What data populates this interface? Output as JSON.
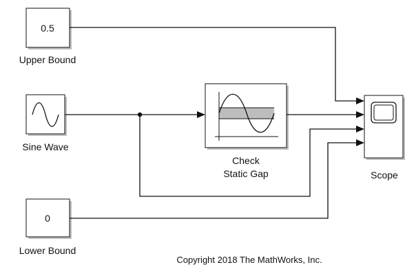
{
  "blocks": {
    "upper_bound": {
      "value": "0.5",
      "label": "Upper Bound"
    },
    "sine_wave": {
      "label": "Sine Wave"
    },
    "check_static_gap": {
      "label_line1": "Check",
      "label_line2": "Static Gap"
    },
    "lower_bound": {
      "value": "0",
      "label": "Lower Bound"
    },
    "scope": {
      "label": "Scope"
    }
  },
  "footer": {
    "copyright": "Copyright 2018 The MathWorks, Inc."
  },
  "colors": {
    "block_border": "#111111",
    "block_shadow": "#bdbdbd",
    "gap_band": "#bdbdbd",
    "wire": "#111111"
  }
}
